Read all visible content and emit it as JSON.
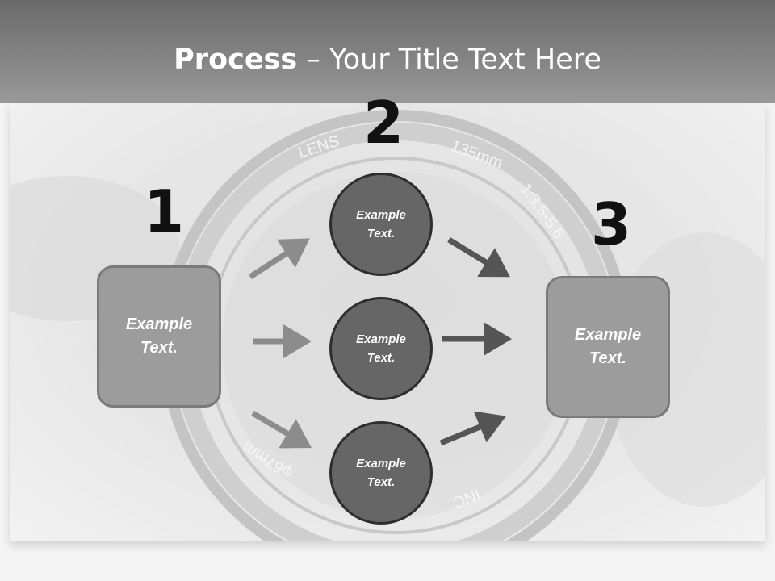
{
  "title": {
    "bold": "Process",
    "rest": " – Your Title Text Here"
  },
  "lens_text": [
    "LENS",
    "135mm",
    "1:3.5-5.6",
    "φ67mm",
    "INC."
  ],
  "steps": [
    {
      "number": "1",
      "text": "Example Text."
    },
    {
      "number": "2",
      "items": [
        "Example Text.",
        "Example Text.",
        "Example Text."
      ]
    },
    {
      "number": "3",
      "text": "Example Text."
    }
  ],
  "colors": {
    "header": "#7a7a7a",
    "box_fill": "#9c9c9c",
    "circle_fill": "#666666",
    "arrow_light": "#8c8c8c",
    "arrow_dark": "#555555"
  }
}
